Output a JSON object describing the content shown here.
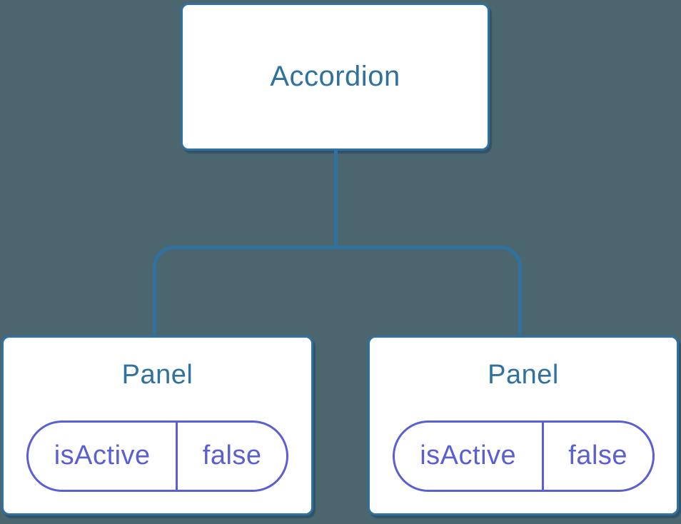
{
  "diagram": {
    "root": {
      "label": "Accordion"
    },
    "children": [
      {
        "label": "Panel",
        "state": {
          "name": "isActive",
          "value": "false"
        }
      },
      {
        "label": "Panel",
        "state": {
          "name": "isActive",
          "value": "false"
        }
      }
    ]
  },
  "colors": {
    "background": "#4C6670",
    "node_fill": "#FFFFFF",
    "node_border": "#30719F",
    "node_text": "#2F719F",
    "connector": "#30719F",
    "state_accent": "#5A5FD2"
  }
}
